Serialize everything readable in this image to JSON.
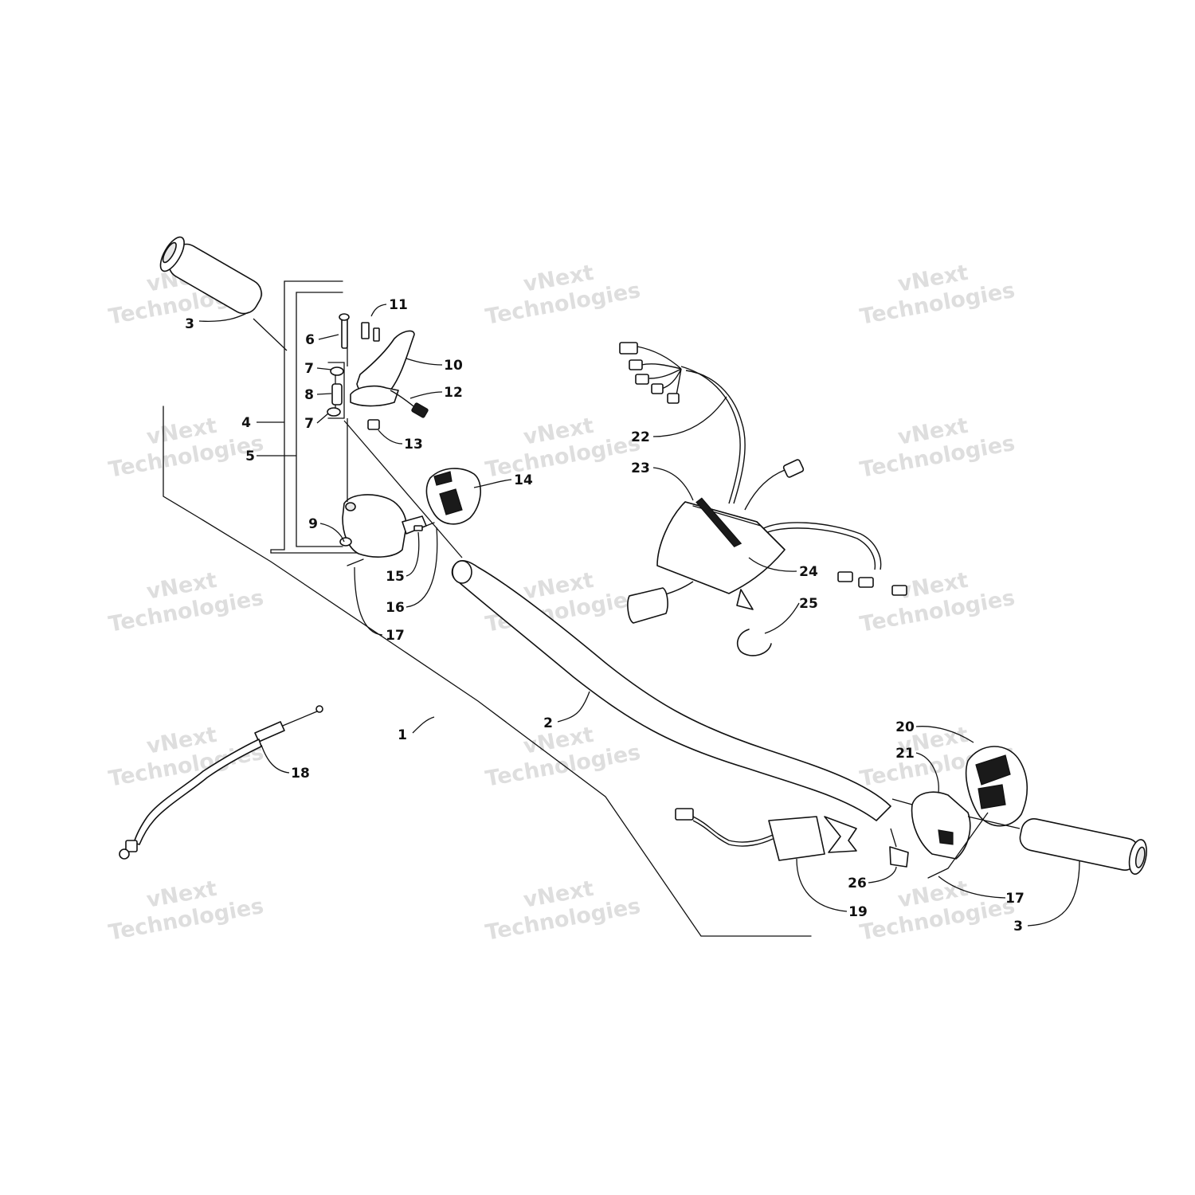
{
  "callouts": [
    "1",
    "2",
    "3",
    "4",
    "5",
    "6",
    "7",
    "8",
    "9",
    "10",
    "11",
    "12",
    "13",
    "14",
    "15",
    "16",
    "17",
    "18",
    "19",
    "20",
    "21",
    "22",
    "23",
    "24",
    "25",
    "26"
  ],
  "watermark": {
    "line1": "vNext",
    "line2": "Technologies",
    "color": "#d4d4d4"
  },
  "colors": {
    "line": "#111111",
    "background": "#ffffff"
  }
}
